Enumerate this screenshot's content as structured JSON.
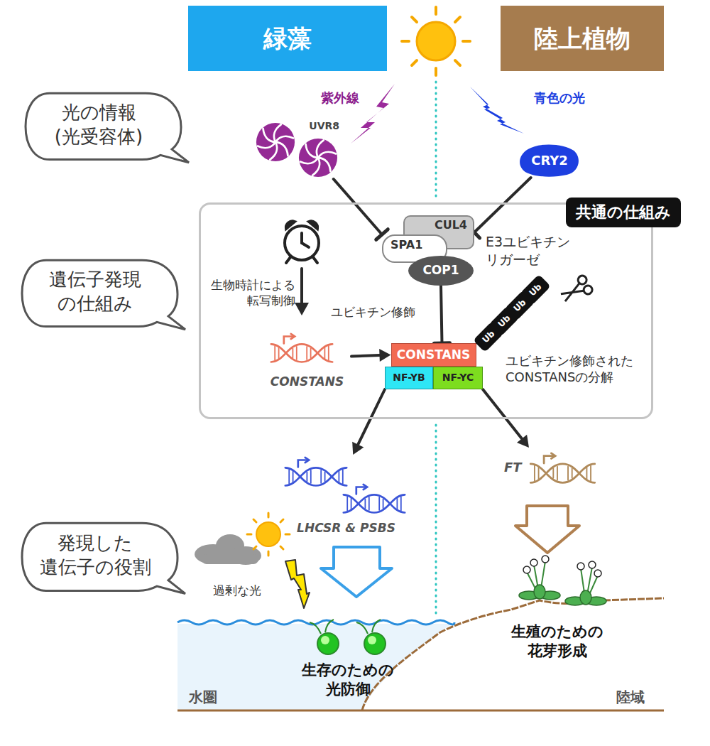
{
  "diagram": {
    "nodes": [
      {
        "text": [
          "緑藻"
        ]
      },
      {
        "text": [
          "陸上植物"
        ]
      },
      {
        "text": [
          "光の情報 (光受容体)"
        ]
      },
      {
        "text": [
          "UVR8"
        ]
      },
      {
        "text": [
          "CRY2"
        ]
      },
      {
        "text": [
          "共通の仕組み"
        ]
      },
      {
        "text": [
          "CUL4"
        ],
        "in": 5
      },
      {
        "text": [
          "SPA1"
        ],
        "in": 5
      },
      {
        "text": [
          "COP1"
        ],
        "in": 5
      },
      {
        "text": [
          "遺伝子発現 の仕組み"
        ]
      },
      {
        "text": [
          "CONSTANS"
        ],
        "in": 5
      },
      {
        "text": [
          "CONSTANS"
        ],
        "in": 5
      },
      {
        "text": [
          "NF-YB"
        ],
        "in": 5
      },
      {
        "text": [
          "NF-YC"
        ],
        "in": 5
      },
      {
        "text": [
          "Ub"
        ],
        "in": 5
      },
      {
        "text": [
          "Ub"
        ],
        "in": 5
      },
      {
        "text": [
          "Ub"
        ],
        "in": 5
      },
      {
        "text": [
          "Ub"
        ],
        "in": 5
      },
      {
        "text": [
          "LHCSR & PSBS"
        ]
      },
      {
        "text": [
          "FT"
        ]
      },
      {
        "text": [
          "発現した 遺伝子の役割"
        ]
      }
    ],
    "edges": [
      {
        "from": 3,
        "to": 7,
        "arrow": "to"
      },
      {
        "from": 4,
        "to": 6,
        "arrow": "to"
      },
      {
        "from": 8,
        "to": 11,
        "label": "ユビキチン修飾",
        "arrow": "to"
      },
      {
        "from": 10,
        "to": 11,
        "arrow": "to"
      },
      {
        "from": 12,
        "to": 18,
        "arrow": "to"
      },
      {
        "from": 13,
        "to": 19,
        "arrow": "to"
      }
    ],
    "labels": [
      "紫外線",
      "青色の光",
      "E3ユビキチン リガーゼ",
      "生物時計による 転写制御",
      "ユビキチン修飾された CONSTANSの分解",
      "過剰な光",
      "生存のための 光防御",
      "生殖のための 花芽形成",
      "水圏",
      "陸域"
    ]
  }
}
